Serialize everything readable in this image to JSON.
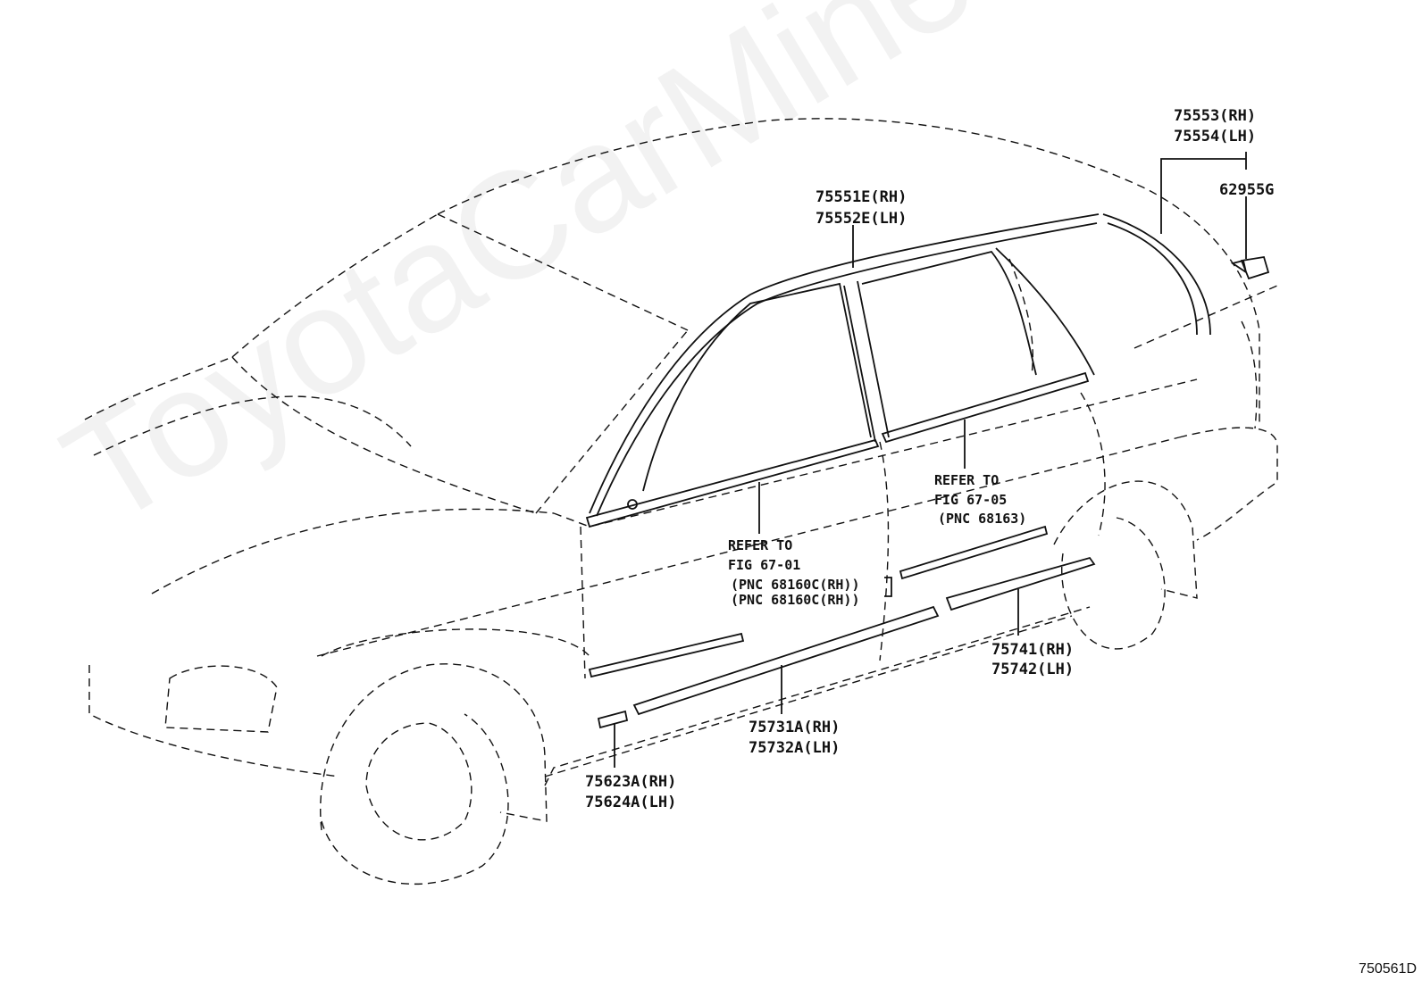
{
  "watermark": "ToyotaCarMine.ru",
  "figure_id": "750561D",
  "parts": {
    "roof_rear_rh": "75553(RH)",
    "roof_rear_lh": "75554(LH)",
    "clip": "62955G",
    "roof_drip_rh": "75551E(RH)",
    "roof_drip_lh": "75552E(LH)",
    "front_door_refer": "REFER TO",
    "front_door_fig": "FIG 67-01",
    "front_door_pnc_1": "(PNC 68160C(RH))",
    "front_door_pnc_2": "(PNC 68160C(RH))",
    "rear_door_refer": "REFER TO",
    "rear_door_fig": "FIG 67-05",
    "rear_door_pnc": "(PNC 68163)",
    "rear_side_rh": "75741(RH)",
    "rear_side_lh": "75742(LH)",
    "front_side_rh": "75731A(RH)",
    "front_side_lh": "75732A(LH)",
    "fender_rh": "75623A(RH)",
    "fender_lh": "75624A(LH)"
  },
  "colors": {
    "line": "#111111",
    "background": "#ffffff"
  }
}
